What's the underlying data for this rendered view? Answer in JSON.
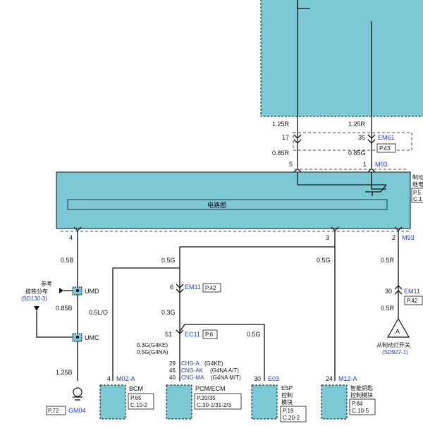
{
  "top_module": {
    "wire_left": "1.25R",
    "wire_right": "1.25R"
  },
  "connector_em61": {
    "id": "EM61",
    "page": "P.43",
    "pin_left": "17",
    "pin_right": "35"
  },
  "wires_mid": {
    "left": "0.85R",
    "right": "0.85G"
  },
  "connector_m93_top": {
    "id": "M93",
    "pin_left": "5",
    "pin_right": "1"
  },
  "main_module": {
    "inner_label": "电路图",
    "right_label_1": "制动",
    "right_label_2": "继电",
    "right_ref_1": "P.5",
    "right_ref_2": "C.1"
  },
  "connector_m93_bottom": {
    "id": "M93",
    "pin_4": "4",
    "pin_3": "3",
    "pin_2": "2"
  },
  "ground_branch": {
    "wire_1": "0.5B",
    "umd": "UMD",
    "wire_2": "0.85B",
    "umc": "UMC",
    "wire_3": "1.25B",
    "note_1": "参考",
    "note_2": "搭铁分布",
    "note_ref": "(SD130-3)",
    "ground_page": "P.72",
    "ground_id": "GM04"
  },
  "bcm": {
    "wire": "0.5L/O",
    "pin": "4",
    "conn": "M02-A",
    "name": "BCM",
    "page": "P.65",
    "ref": "C.10-2"
  },
  "em11": {
    "wire_top": "0.5G",
    "pin": "6",
    "id": "EM11",
    "page": "P.42",
    "wire_bottom": "0.3G"
  },
  "ec11": {
    "pin": "51",
    "id": "EC11",
    "page": "P.6",
    "wire_1": "0.3G(G4KE)",
    "wire_2": "0.5G(G4NA)",
    "pin_rows": [
      {
        "pin": "29",
        "sig": "CHG-A",
        "note": "(G4KE)"
      },
      {
        "pin": "46",
        "sig": "CNG-AK",
        "note": "(G4NA A/T)"
      },
      {
        "pin": "40",
        "sig": "CNG-MA",
        "note": "(G4NA M/T)"
      }
    ]
  },
  "pcm": {
    "name": "PCM/ECM",
    "page": "P.20/35",
    "ref": "C.30-1/31-2/3"
  },
  "esp": {
    "wire": "0.5G",
    "pin": "30",
    "conn": "E03",
    "name_1": "ESP",
    "name_2": "控制",
    "name_3": "模块",
    "page": "P.19",
    "ref": "C.20-2"
  },
  "smartkey": {
    "wire": "0.5G",
    "pin": "24",
    "conn": "M12-A",
    "name_1": "智能钥匙",
    "name_2": "控制模块",
    "page": "P.84",
    "ref": "C.10-5"
  },
  "brake_switch": {
    "wire_1": "0.5R",
    "conn_pin": "2",
    "conn": "M93",
    "pin_2": "30",
    "conn_2": "EM11",
    "page_2": "P.42",
    "wire_2": "0.5R",
    "symbol": "A",
    "label": "从制动灯开关",
    "ref": "(SD927-1)"
  }
}
